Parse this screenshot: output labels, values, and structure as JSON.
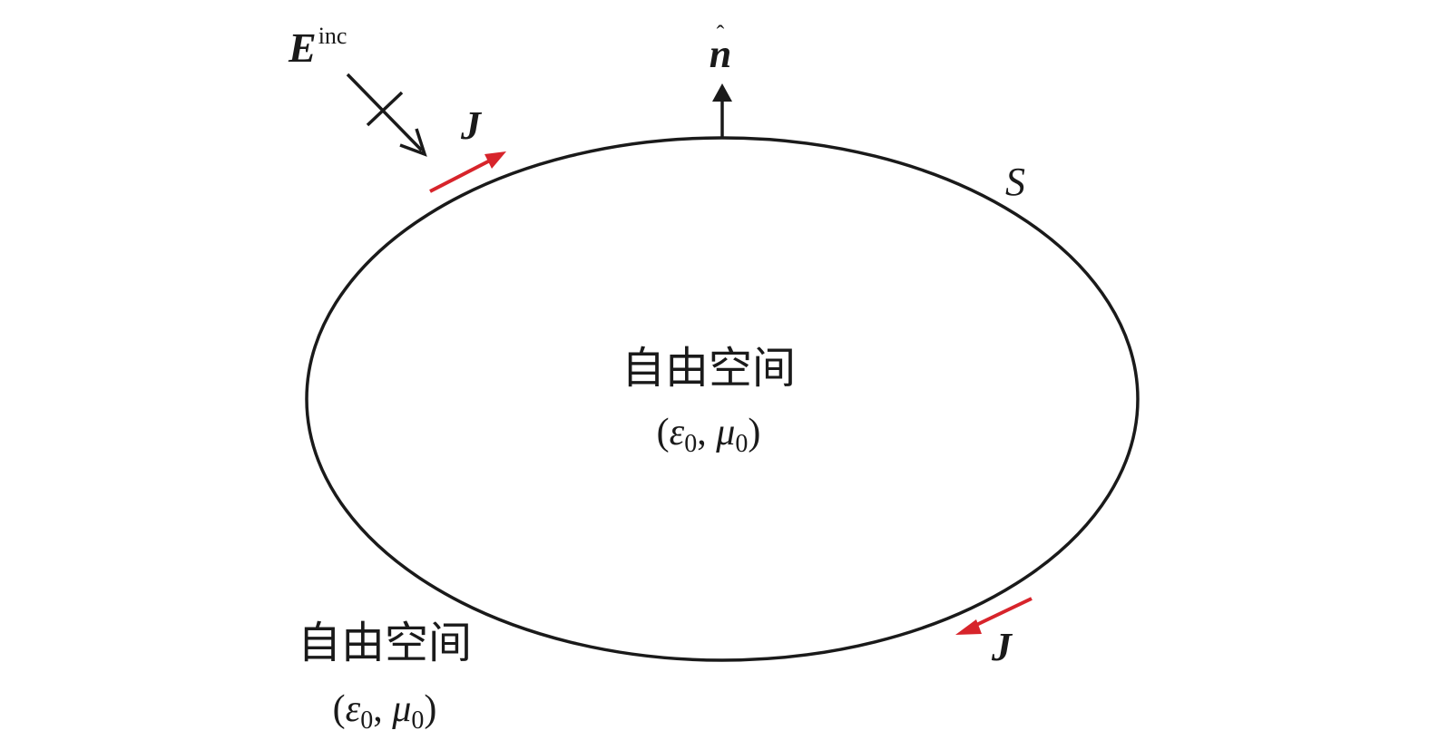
{
  "labels": {
    "incident_field": {
      "symbol": "E",
      "superscript": "inc"
    },
    "normal": {
      "hat": "ˆ",
      "symbol": "n"
    },
    "current_top": "J",
    "current_bottom": "J",
    "surface": "S"
  },
  "interior": {
    "region_name": "自由空间",
    "params": {
      "open": "(",
      "eps": "ε",
      "eps_sub": "0",
      "sep": ", ",
      "mu": "μ",
      "mu_sub": "0",
      "close": ")"
    }
  },
  "exterior": {
    "region_name": "自由空间",
    "params": {
      "open": "(",
      "eps": "ε",
      "eps_sub": "0",
      "sep": ", ",
      "mu": "μ",
      "mu_sub": "0",
      "close": ")"
    }
  },
  "colors": {
    "outline": "#1a1a1a",
    "current_arrow": "#d7242b",
    "text": "#1a1a1a"
  }
}
